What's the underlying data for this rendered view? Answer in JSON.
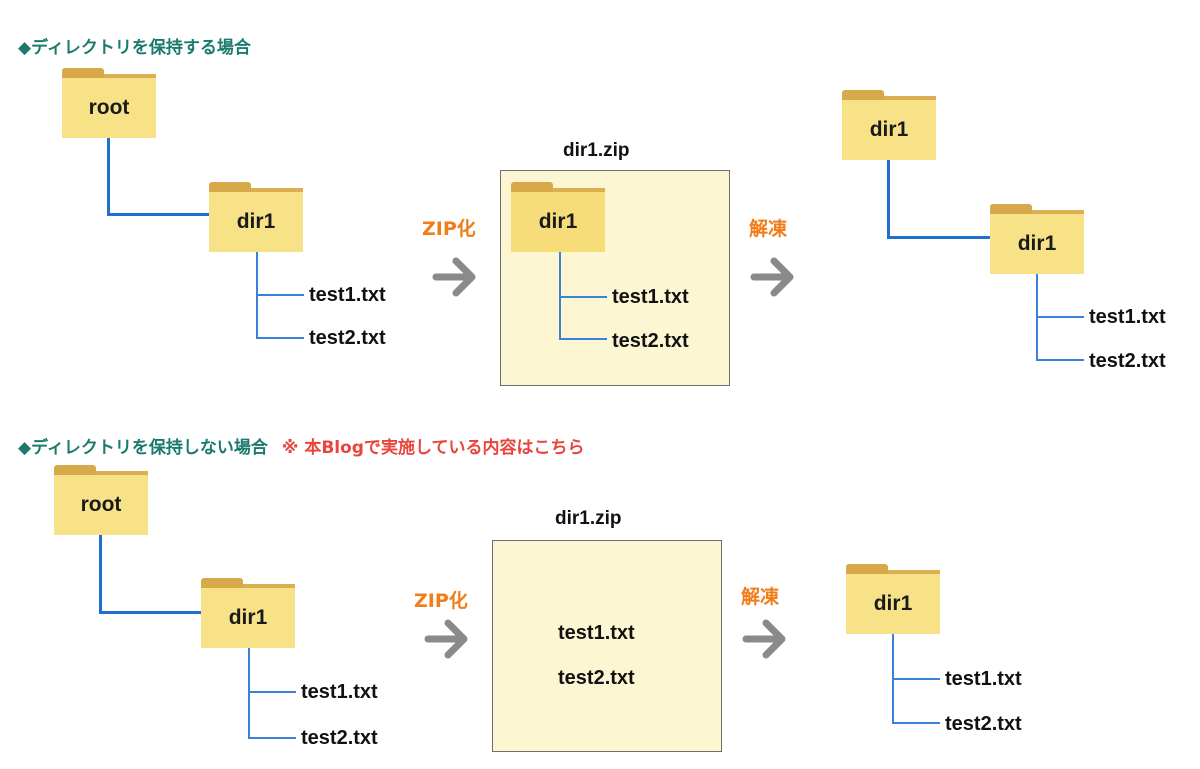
{
  "section1": {
    "heading": "◆ディレクトリを保持する場合",
    "source": {
      "root": "root",
      "dir": "dir1",
      "files": [
        "test1.txt",
        "test2.txt"
      ]
    },
    "zip_action": "ZIP化",
    "zip": {
      "name": "dir1.zip",
      "dir": "dir1",
      "files": [
        "test1.txt",
        "test2.txt"
      ]
    },
    "extract_action": "解凍",
    "result": {
      "dir": "dir1",
      "subdir": "dir1",
      "files": [
        "test1.txt",
        "test2.txt"
      ]
    }
  },
  "section2": {
    "heading": "◆ディレクトリを保持しない場合",
    "note": "※ 本Blogで実施している内容はこちら",
    "source": {
      "root": "root",
      "dir": "dir1",
      "files": [
        "test1.txt",
        "test2.txt"
      ]
    },
    "zip_action": "ZIP化",
    "zip": {
      "name": "dir1.zip",
      "files": [
        "test1.txt",
        "test2.txt"
      ]
    },
    "extract_action": "解凍",
    "result": {
      "dir": "dir1",
      "files": [
        "test1.txt",
        "test2.txt"
      ]
    }
  },
  "colors": {
    "heading": "#1b7a6e",
    "note": "#e8453c",
    "action": "#f07d1a",
    "folder": "#f8e287",
    "folder_tab": "#d7a94a",
    "tree_line": "#1f6fd1",
    "zip_box": "#fcf6d2",
    "arrow": "#8a8a8a"
  }
}
